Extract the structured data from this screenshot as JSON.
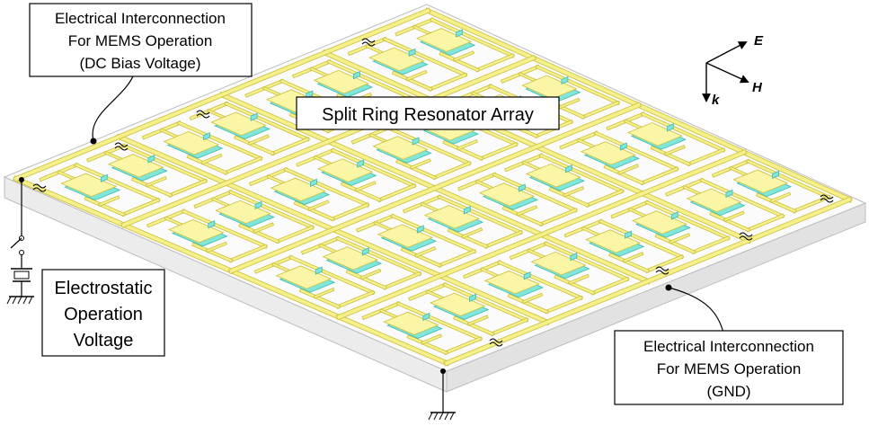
{
  "labels": {
    "top_interconnect": [
      "Electrical Interconnection",
      "For MEMS Operation",
      "(DC Bias Voltage)"
    ],
    "array": "Split Ring Resonator Array",
    "electrostatic": [
      "Electrostatic",
      "Operation",
      "Voltage"
    ],
    "bottom_interconnect": [
      "Electrical Interconnection",
      "For MEMS Operation",
      "(GND)"
    ]
  },
  "axes": {
    "e": "E",
    "h": "H",
    "k": "k"
  },
  "colors": {
    "trace": "#f6f08a",
    "trace_edge": "#c9bf3a",
    "pad": "#fbf6a6",
    "pad_shadow": "#7fe6dc",
    "substrate_top": "#fbfbfb",
    "substrate_side": "#e9e9e9"
  },
  "array": {
    "rows": 4,
    "cols": 4
  }
}
